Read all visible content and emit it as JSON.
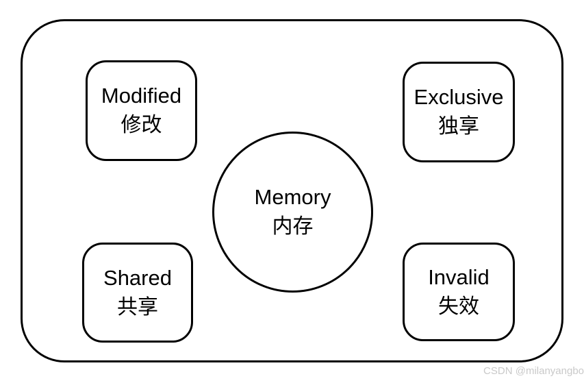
{
  "diagram": {
    "description": "MESI cache coherence states around central memory",
    "nodes": {
      "modified": {
        "label_en": "Modified",
        "label_zh": "修改"
      },
      "exclusive": {
        "label_en": "Exclusive",
        "label_zh": "独享"
      },
      "shared": {
        "label_en": "Shared",
        "label_zh": "共享"
      },
      "invalid": {
        "label_en": "Invalid",
        "label_zh": "失效"
      },
      "memory": {
        "label_en": "Memory",
        "label_zh": "内存"
      }
    },
    "colors": {
      "stroke": "#000000",
      "background": "#ffffff",
      "watermark": "#c9c9c9"
    }
  },
  "watermark": {
    "text": "CSDN @milanyangbo"
  }
}
